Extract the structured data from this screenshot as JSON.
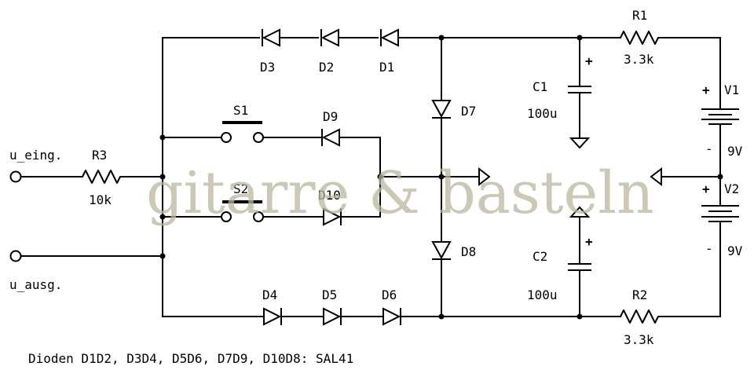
{
  "diagram": {
    "components": {
      "D1": "D1",
      "D2": "D2",
      "D3": "D3",
      "D4": "D4",
      "D5": "D5",
      "D6": "D6",
      "D7": "D7",
      "D8": "D8",
      "D9": "D9",
      "D10": "D10",
      "S1": "S1",
      "S2": "S2",
      "R1": "R1",
      "R1_value": "3.3k",
      "R2": "R2",
      "R2_value": "3.3k",
      "R3": "R3",
      "R3_value": "10k",
      "C1": "C1",
      "C1_value": "100u",
      "C2": "C2",
      "C2_value": "100u",
      "V1": "V1",
      "V1_value": "9V",
      "V2": "V2",
      "V2_value": "9V"
    },
    "input_label": "u_eing.",
    "output_label": "u_ausg.",
    "plus_sign": "+",
    "minus_sign": "-",
    "footnote": "Dioden D1D2, D3D4, D5D6, D7D9, D10D8: SAL41",
    "watermark": "gitarre & basteln"
  }
}
